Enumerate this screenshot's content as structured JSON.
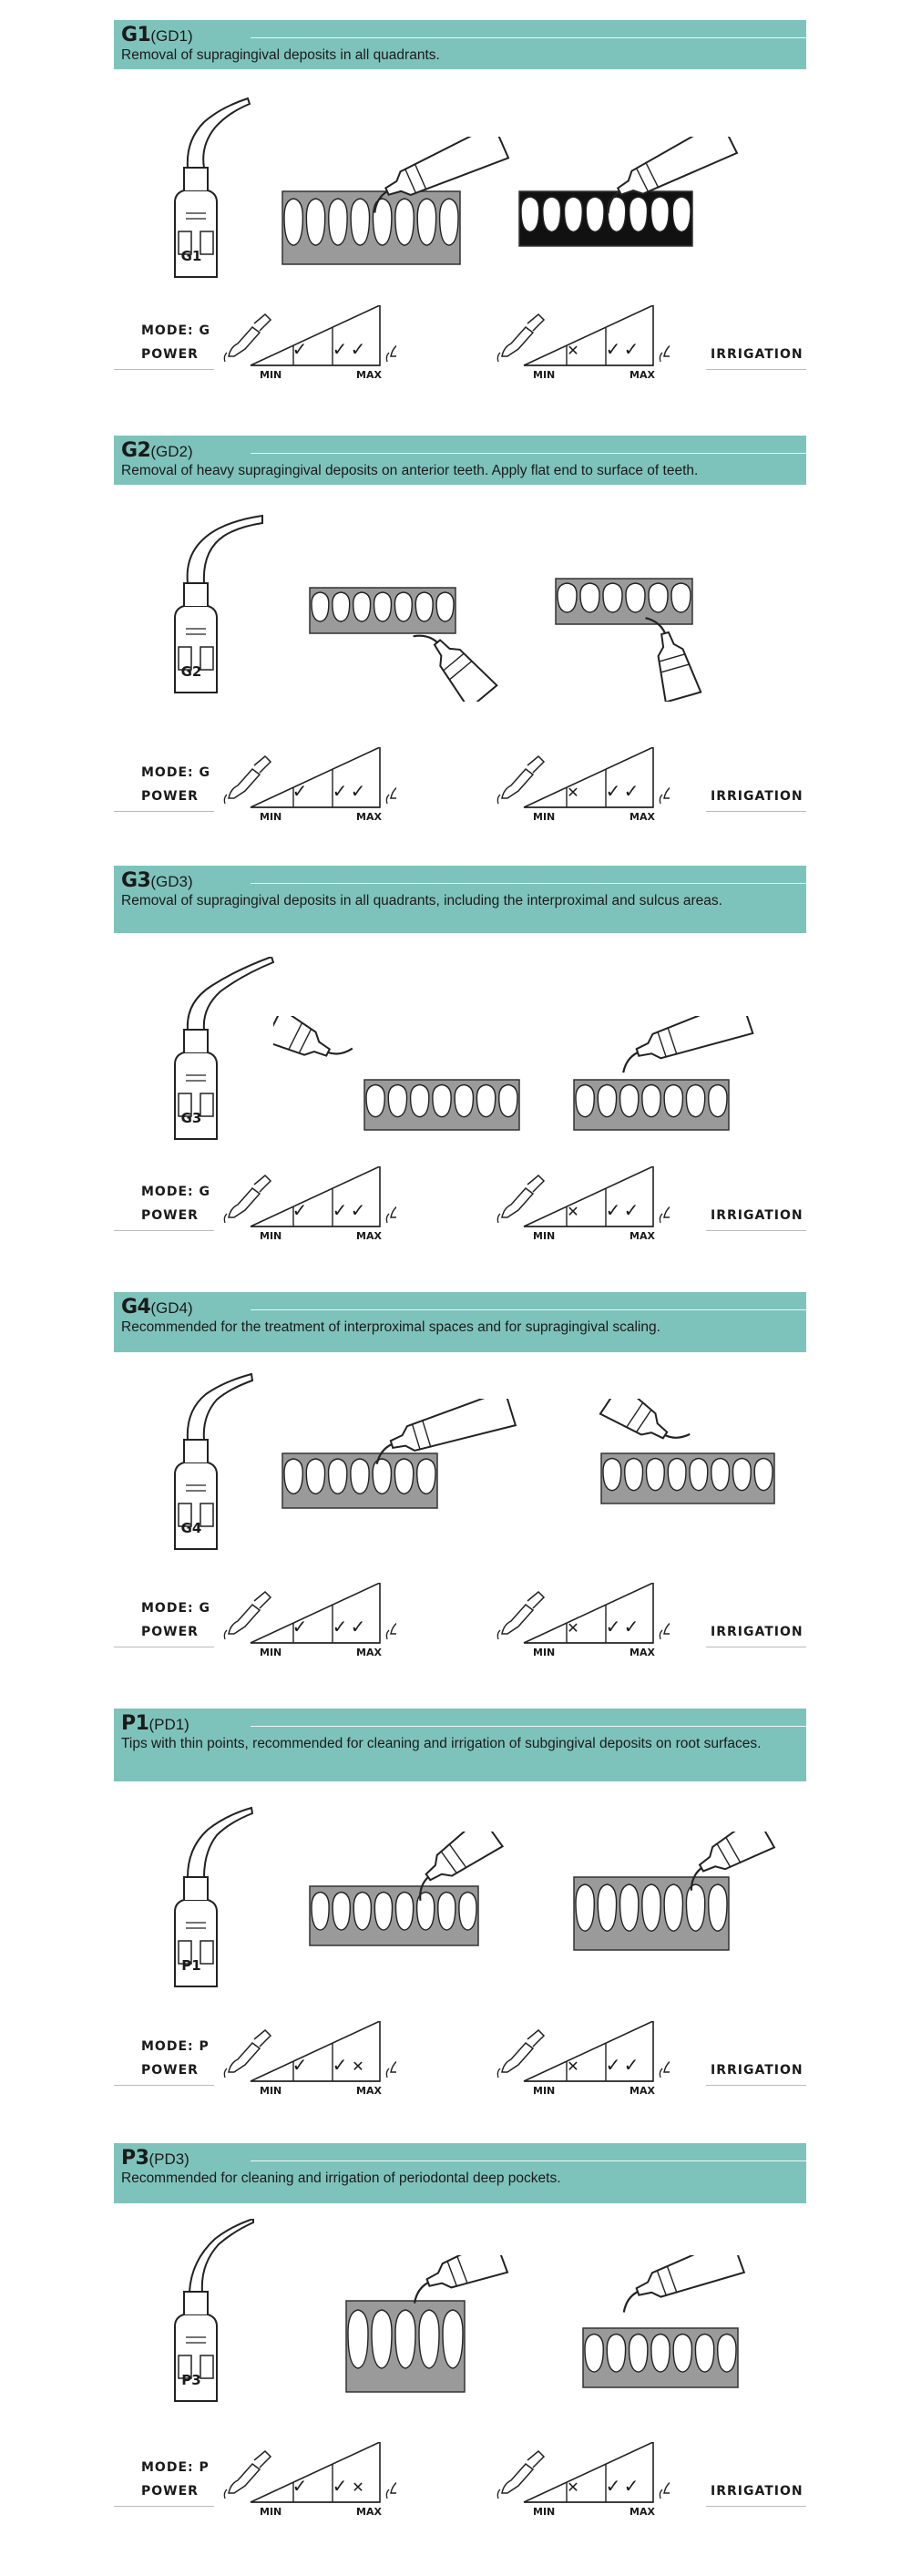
{
  "labels": {
    "power": "POWER",
    "irrigation": "IRRIGATION",
    "min": "MIN",
    "max": "MAX"
  },
  "sections": [
    {
      "code": "G1",
      "alt": "(GD1)",
      "mode": "MODE: G",
      "description": "Removal of supragingival deposits in all quadrants.",
      "power": [
        "check",
        "check",
        "check"
      ],
      "irrigation": [
        "cross",
        "check",
        "check"
      ]
    },
    {
      "code": "G2",
      "alt": "(GD2)",
      "mode": "MODE: G",
      "description": "Removal of heavy supragingival deposits on anterior teeth. Apply flat end to surface of teeth.",
      "power": [
        "check",
        "check",
        "check"
      ],
      "irrigation": [
        "cross",
        "check",
        "check"
      ]
    },
    {
      "code": "G3",
      "alt": "(GD3)",
      "mode": "MODE: G",
      "description": "Removal of supragingival deposits in all quadrants, including the interproximal and sulcus areas.",
      "power": [
        "check",
        "check",
        "check"
      ],
      "irrigation": [
        "cross",
        "check",
        "check"
      ]
    },
    {
      "code": "G4",
      "alt": "(GD4)",
      "mode": "MODE: G",
      "description": "Recommended for the treatment of interproximal spaces and for supragingival scaling.",
      "power": [
        "check",
        "check",
        "check"
      ],
      "irrigation": [
        "cross",
        "check",
        "check"
      ]
    },
    {
      "code": "P1",
      "alt": "(PD1)",
      "mode": "MODE: P",
      "description": "Tips with thin points, recommended for cleaning and irrigation of subgingival deposits on root surfaces.",
      "power": [
        "check",
        "check",
        "cross"
      ],
      "irrigation": [
        "cross",
        "check",
        "check"
      ]
    },
    {
      "code": "P3",
      "alt": "(PD3)",
      "mode": "MODE: P",
      "description": "Recommended for cleaning and irrigation of periodontal deep pockets.",
      "power": [
        "check",
        "check",
        "cross"
      ],
      "irrigation": [
        "cross",
        "check",
        "check"
      ]
    }
  ],
  "glyphs": {
    "check": "✓",
    "cross": "✕"
  }
}
